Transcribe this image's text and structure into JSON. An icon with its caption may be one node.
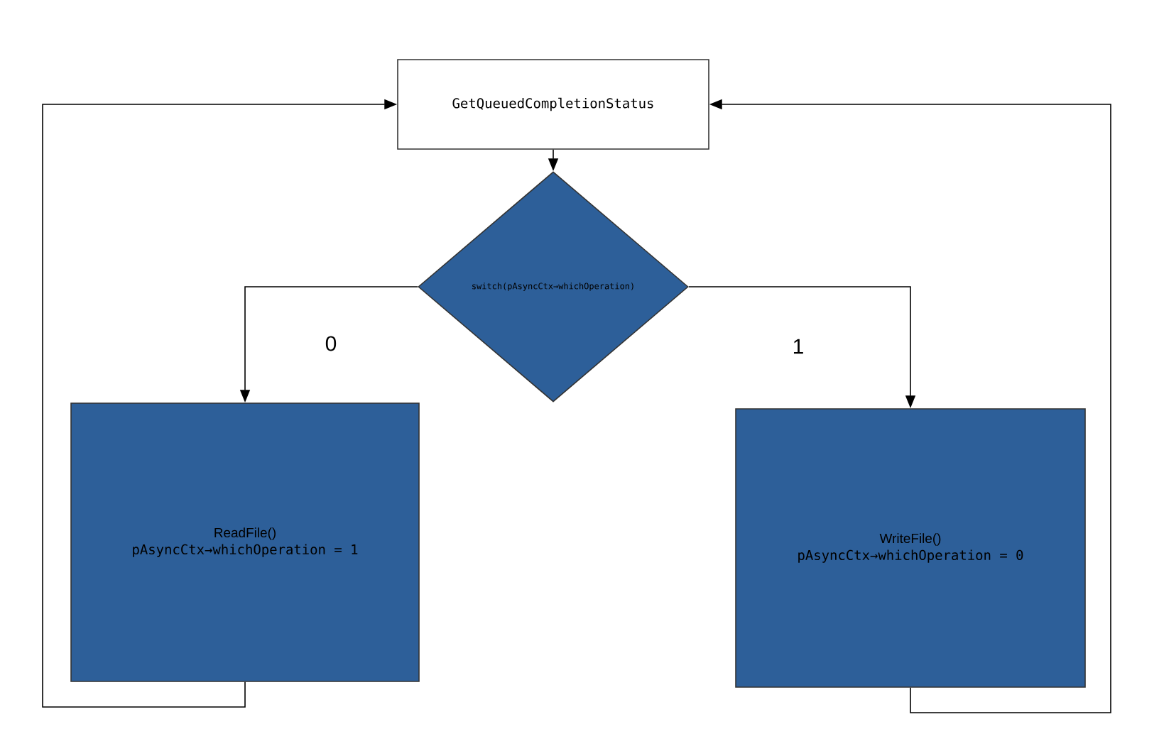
{
  "diagram": {
    "nodes": [
      {
        "text": [
          "GetQueuedCompletionStatus"
        ]
      },
      {
        "text": [
          "switch(pAsyncCtx→whichOperation)"
        ]
      },
      {
        "text": [
          "ReadFile()",
          "pAsyncCtx→whichOperation = 1"
        ]
      },
      {
        "text": [
          "WriteFile()",
          "pAsyncCtx→whichOperation = 0"
        ]
      }
    ],
    "edges": [
      {
        "from": 0,
        "to": 1,
        "arrow": "to"
      },
      {
        "from": 1,
        "to": 2,
        "arrow": "to",
        "label": "0"
      },
      {
        "from": 1,
        "to": 3,
        "arrow": "to",
        "label": "1"
      },
      {
        "from": 2,
        "to": 0,
        "arrow": "to"
      },
      {
        "from": 3,
        "to": 0,
        "arrow": "to"
      }
    ]
  }
}
